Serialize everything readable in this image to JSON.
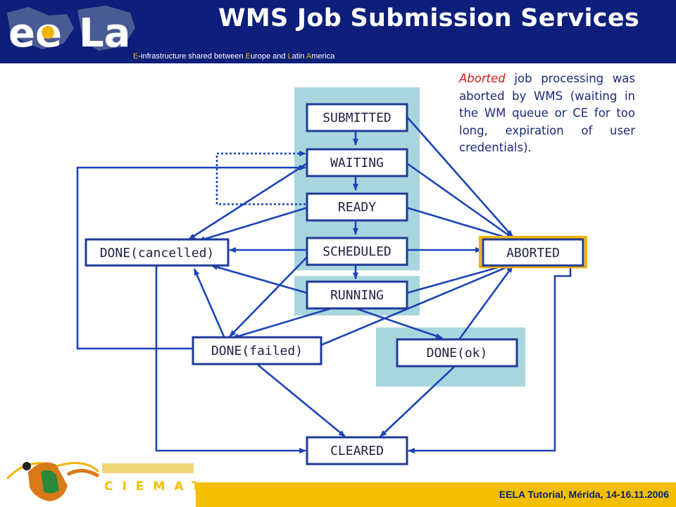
{
  "header": {
    "title": "WMS Job Submission Services",
    "subtitle_parts": [
      {
        "t": "E",
        "hl": true
      },
      {
        "t": "-infrastructure shared between ",
        "hl": false
      },
      {
        "t": "E",
        "hl": true
      },
      {
        "t": "urope and ",
        "hl": false
      },
      {
        "t": "L",
        "hl": true
      },
      {
        "t": "atin ",
        "hl": false
      },
      {
        "t": "A",
        "hl": true
      },
      {
        "t": "merica",
        "hl": false
      }
    ],
    "logo_text": [
      "ee",
      "La"
    ]
  },
  "description": {
    "keyword": "Aborted",
    "text": " job processing was aborted by WMS (waiting in the WM queue or CE for too long,  expiration of user credentials)."
  },
  "states": {
    "submitted": "SUBMITTED",
    "waiting": "WAITING",
    "ready": "READY",
    "scheduled": "SCHEDULED",
    "running": "RUNNING",
    "done_cancelled": "DONE(cancelled)",
    "aborted": "ABORTED",
    "done_failed": "DONE(failed)",
    "done_ok": "DONE(ok)",
    "cleared": "CLEARED"
  },
  "footer": {
    "text": "EELA Tutorial, Mérida, 14-16.11.2006",
    "logo_text": "CIEMAT"
  },
  "colors": {
    "header_bg": "#0d1f7a",
    "footer_bar": "#f2bf00",
    "state_border": "#1f3a9a",
    "arrow": "#1a44b8",
    "highlight_panel": "#a9d6de",
    "aborted_highlight": "#f0b400"
  }
}
